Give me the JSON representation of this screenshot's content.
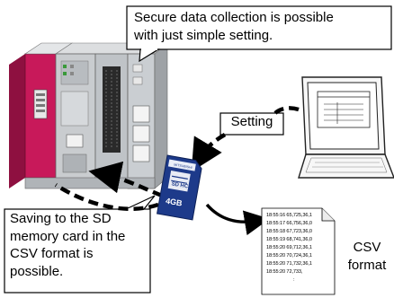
{
  "callouts": {
    "top_line1": "Secure data collection is possible",
    "top_line2": "with just simple setting.",
    "bottom_line1": "Saving to the SD",
    "bottom_line2": "memory card in the",
    "bottom_line3": "CSV format is",
    "bottom_line4": "possible."
  },
  "labels": {
    "setting": "Setting",
    "csv_line1": "CSV",
    "csv_line2": "format"
  },
  "sd_card": {
    "capacity": "4GB",
    "brand_text": "MITSUBISHI",
    "type_text": "SD HC"
  },
  "csv_document": {
    "rows": [
      "18:55:16 65,725,36,1",
      "18:55:17 66,756,36,0",
      "18:55:18 67,723,36,0",
      "18:55:19 68,741,36,0",
      "18:55:20 69,712,36,1",
      "18:55:20 70,724,36,1",
      "18:55:20 71,732,36,1",
      "18:55:20 72,733,"
    ],
    "continuation": ":"
  },
  "colors": {
    "plc_power_module": "#c8195a",
    "plc_body": "#c9cccf",
    "sd_card_blue": "#1d3a8a",
    "arrow": "#000000"
  }
}
